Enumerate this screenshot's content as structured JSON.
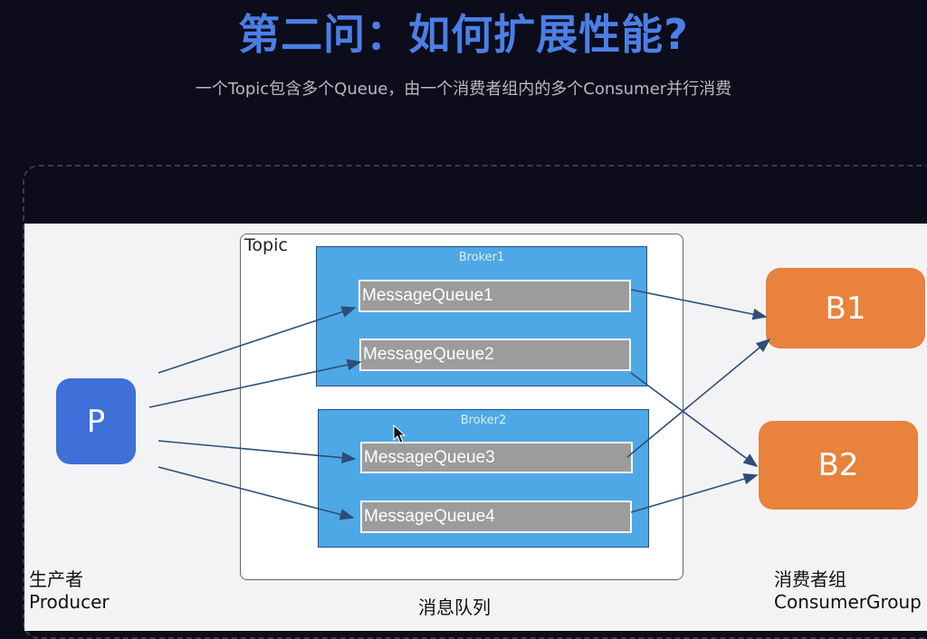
{
  "title": "第二问：如何扩展性能?",
  "subtitle": "一个Topic包含多个Queue，由一个消费者组内的多个Consumer并行消费",
  "diagram": {
    "topic_label": "Topic",
    "brokers": [
      {
        "label": "Broker1",
        "queues": [
          "MessageQueue1",
          "MessageQueue2"
        ]
      },
      {
        "label": "Broker2",
        "queues": [
          "MessageQueue3",
          "MessageQueue4"
        ]
      }
    ],
    "producer": {
      "node": "P",
      "label_cn": "生产者",
      "label_en": "Producer"
    },
    "queue_caption": "消息队列",
    "consumers": [
      "B1",
      "B2"
    ],
    "consumer_group": {
      "label_cn": "消费者组",
      "label_en": "ConsumerGroup"
    },
    "colors": {
      "title": "#4b7fe6",
      "broker": "#4ea8e5",
      "producer": "#3f6fd8",
      "consumer": "#e8823c",
      "queue": "#9c9c9c"
    }
  }
}
